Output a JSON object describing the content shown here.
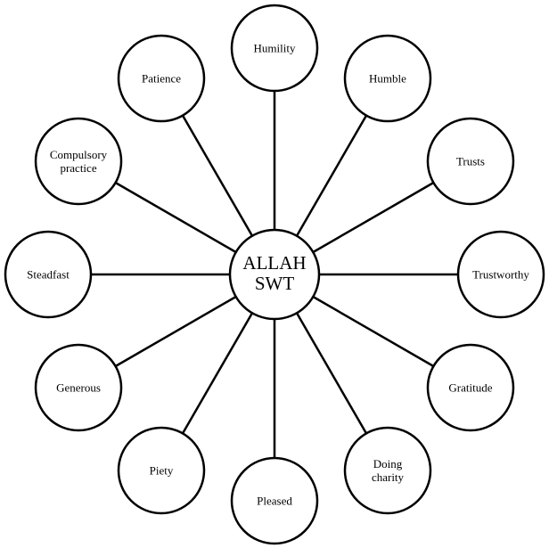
{
  "center": {
    "lines": [
      "ALLAH",
      "SWT"
    ]
  },
  "nodes": [
    {
      "lines": [
        "Humility"
      ]
    },
    {
      "lines": [
        "Humble"
      ]
    },
    {
      "lines": [
        "Trusts"
      ]
    },
    {
      "lines": [
        "Trustworthy"
      ]
    },
    {
      "lines": [
        "Gratitude"
      ]
    },
    {
      "lines": [
        "Doing",
        "charity"
      ]
    },
    {
      "lines": [
        "Pleased"
      ]
    },
    {
      "lines": [
        "Piety"
      ]
    },
    {
      "lines": [
        "Generous"
      ]
    },
    {
      "lines": [
        "Steadfast"
      ]
    },
    {
      "lines": [
        "Compulsory",
        "practice"
      ]
    },
    {
      "lines": [
        "Patience"
      ]
    }
  ]
}
